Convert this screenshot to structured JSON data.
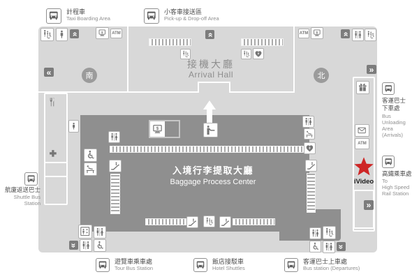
{
  "stops": {
    "taxi": {
      "zh": "計程車",
      "en": "Taxi Boarding Area"
    },
    "pickup": {
      "zh": "小客車接送區",
      "en": "Pick-up & Drop-off Area"
    },
    "tour": {
      "zh": "遊覽車乘車處",
      "en": "Tour Bus Station"
    },
    "hotel": {
      "zh": "飯店接駁車",
      "en": "Hotel Shuttles"
    },
    "departures": {
      "zh": "客運巴士上車處",
      "en": "Bus station (Departures)"
    },
    "shuttle": {
      "zh": "航廈返送巴士",
      "en1": "Shuttle Bus",
      "en2": "Station"
    },
    "unloading": {
      "zh1": "客運巴士",
      "zh2": "下車處",
      "en1": "Bus",
      "en2": "Unloading",
      "en3": "Area",
      "en4": "(Arrivals)"
    },
    "hsr": {
      "zh": "高鐵乘車處",
      "en1": "To",
      "en2": "High Speed",
      "en3": "Rail Station"
    }
  },
  "halls": {
    "arrival": {
      "zh": "接機大廳",
      "en": "Arrival Hall"
    },
    "baggage": {
      "zh": "入境行李提取大廳",
      "en": "Baggage Process Center"
    }
  },
  "markers": {
    "south": "南",
    "north": "北",
    "atm": "ATM",
    "ivideo": "iVideo",
    "currency": "$"
  },
  "colors": {
    "map_bg": "#d8d8d8",
    "baggage_bg": "#8f8f8f",
    "accent_star": "#ce2626",
    "dark_icon_bg": "#7c7c7c",
    "outline": "#ffffff"
  },
  "icons": [
    "bus-icon",
    "men-toilet-icon",
    "women-men-toilet-icon",
    "accessible-toilet-icon",
    "wheelchair-icon",
    "escalator-icon",
    "baby-care-icon",
    "aed-icon",
    "restaurant-icon",
    "first-aid-icon",
    "mail-icon",
    "atm-icon",
    "currency-exchange-icon",
    "gift-shop-icon",
    "service-counter-icon",
    "elevator-icon",
    "ivideo-star-icon",
    "chevron-up-icon",
    "chevron-down-icon",
    "chevron-left-icon",
    "chevron-right-icon"
  ]
}
